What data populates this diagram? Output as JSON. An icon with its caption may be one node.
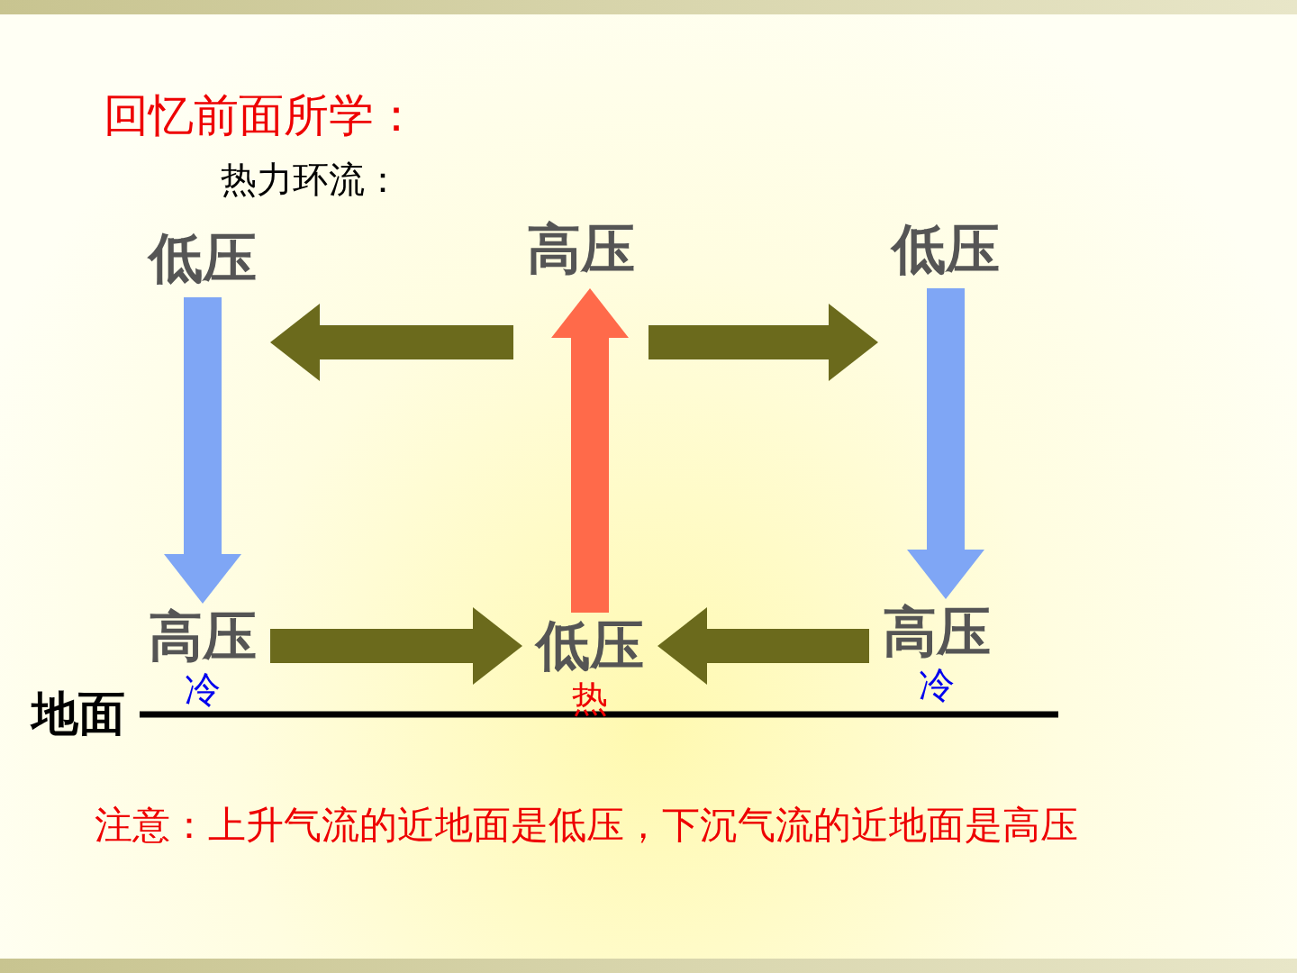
{
  "diagram": {
    "title": "回忆前面所学：",
    "caption": "注意：上升气流的近地面是低压，下沉气流的近地面是高压",
    "nodes": [
      {
        "text": [
          "低压"
        ]
      },
      {
        "text": [
          "高压"
        ]
      },
      {
        "text": [
          "低压"
        ]
      },
      {
        "text": [
          "高压"
        ],
        "beside": [
          "冷"
        ]
      },
      {
        "text": [
          "低压"
        ],
        "beside": [
          "热"
        ]
      },
      {
        "text": [
          "高压"
        ],
        "beside": [
          "冷"
        ]
      }
    ],
    "edges": [
      {
        "from": 0,
        "to": 3,
        "arrow": "to",
        "color": "#7fa6f5"
      },
      {
        "from": 4,
        "to": 1,
        "arrow": "to",
        "color": "#ff6a4a"
      },
      {
        "from": 2,
        "to": 5,
        "arrow": "to",
        "color": "#7fa6f5"
      },
      {
        "from": 1,
        "to": 0,
        "arrow": "to"
      },
      {
        "from": 1,
        "to": 2,
        "arrow": "to"
      },
      {
        "from": 3,
        "to": 4,
        "arrow": "to"
      },
      {
        "from": 5,
        "to": 4,
        "arrow": "to"
      }
    ],
    "labels": [
      "热力环流：",
      "地面"
    ]
  }
}
